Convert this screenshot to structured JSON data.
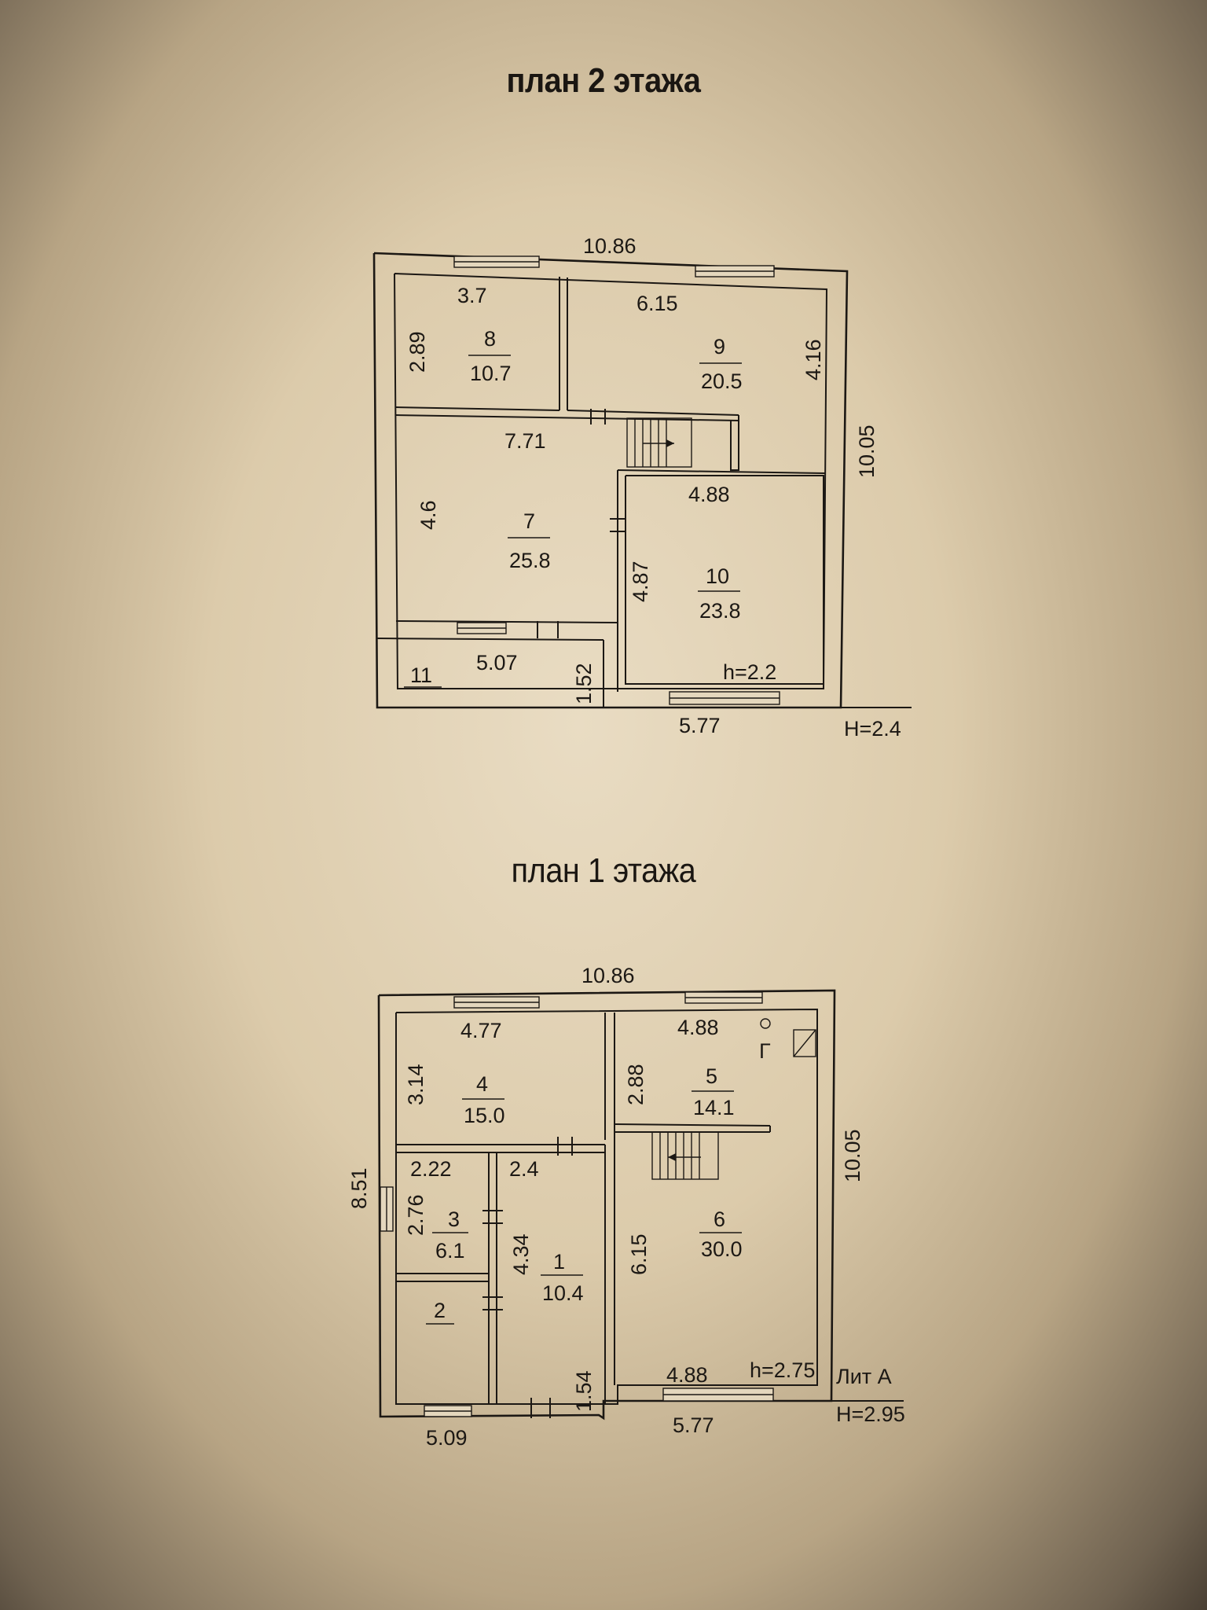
{
  "floor2": {
    "title": "план 2 этажа",
    "overall_width": "10.86",
    "overall_depth": "10.05",
    "height": "H=2.4",
    "rooms": [
      {
        "num": "8",
        "area": "10.7",
        "dim_w": "3.7",
        "dim_h": "2.89"
      },
      {
        "num": "9",
        "area": "20.5",
        "dim_w": "6.15",
        "dim_h": "4.16"
      },
      {
        "num": "7",
        "area": "25.8",
        "dim_w": "7.71",
        "dim_h": "4.6"
      },
      {
        "num": "10",
        "area": "23.8",
        "dim_w": "4.88",
        "dim_h": "4.87",
        "height": "h=2.2",
        "outer_w": "5.77"
      },
      {
        "num": "11",
        "dim_w": "5.07",
        "dim_h": "1.52"
      }
    ]
  },
  "floor1": {
    "title": "план 1 этажа",
    "overall_width": "10.86",
    "overall_depth": "10.05",
    "left_depth": "8.51",
    "lit": "Лит А",
    "height": "H=2.95",
    "boiler_mark": "Г",
    "rooms": [
      {
        "num": "4",
        "area": "15.0",
        "dim_w": "4.77",
        "dim_h": "3.14"
      },
      {
        "num": "5",
        "area": "14.1",
        "dim_w": "4.88",
        "dim_h": "2.88"
      },
      {
        "num": "3",
        "area": "6.1",
        "dim_w": "2.22",
        "dim_h": "2.76"
      },
      {
        "num": "1",
        "area": "10.4",
        "dim_w": "2.4",
        "dim_h": "4.34"
      },
      {
        "num": "2"
      },
      {
        "num": "6",
        "area": "30.0",
        "dim_w": "4.88",
        "dim_h": "6.15",
        "height": "h=2.75",
        "outer_w": "5.77"
      }
    ],
    "bottom_left_width": "5.09",
    "step_depth": "1.54"
  }
}
